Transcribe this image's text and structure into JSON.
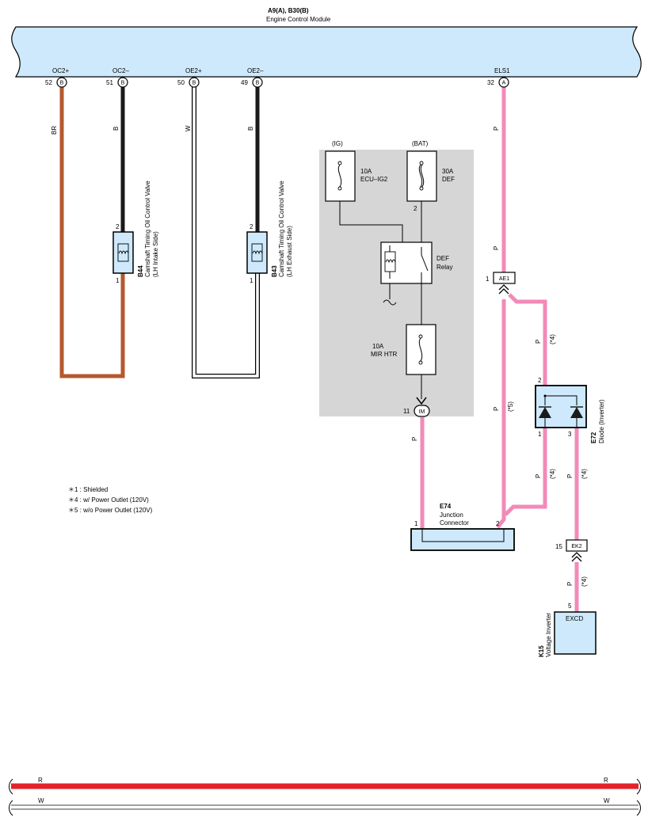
{
  "ecm": {
    "code": "A9(A), B30(B)",
    "name": "Engine Control Module"
  },
  "terminals": [
    {
      "pin": "52",
      "conn": "B",
      "name": "OC2+"
    },
    {
      "pin": "51",
      "conn": "B",
      "name": "OC2–"
    },
    {
      "pin": "50",
      "conn": "B",
      "name": "OE2+"
    },
    {
      "pin": "49",
      "conn": "B",
      "name": "OE2–"
    },
    {
      "pin": "32",
      "conn": "A",
      "name": "ELS1"
    }
  ],
  "wires": {
    "w52": "BR",
    "w51": "B",
    "w50": "W",
    "w49": "B",
    "els_upper": "P",
    "els_mid": "P",
    "ae1_branch": "P",
    "ae1_branch_note": "(*4)",
    "main_lower": "P",
    "main_lower_note": "(*5)",
    "im_down": "P",
    "diode1_down": "P",
    "diode1_note": "(*4)",
    "diode3_down": "P",
    "diode3_note": "(*4)",
    "ek2_down": "P",
    "ek2_note": "(*4)"
  },
  "valve_b44": {
    "code": "B44",
    "name1": "Camshaft Timing Oil Control Valve",
    "name2": "(LH Intake Side)",
    "pin_top": "2",
    "pin_bottom": "1"
  },
  "valve_b43": {
    "code": "B43",
    "name1": "Camshaft Timing Oil Control Valve",
    "name2": "(LH Exhaust Side)",
    "pin_top": "2",
    "pin_bottom": "1"
  },
  "fuse_box": {
    "ig_label": "(IG)",
    "bat_label": "(BAT)",
    "fuse1_amp": "10A",
    "fuse1_name": "ECU–IG2",
    "fuse2_amp": "30A",
    "fuse2_name": "DEF",
    "fuse2_pin": "2",
    "relay_name1": "DEF",
    "relay_name2": "Relay",
    "fuse3_amp": "10A",
    "fuse3_name": "MIR HTR"
  },
  "connectors": {
    "im": {
      "pin": "11",
      "code": "IM"
    },
    "ae1": {
      "pin": "1",
      "code": "AE1"
    },
    "ek2": {
      "pin": "15",
      "code": "EK2"
    }
  },
  "diode": {
    "code": "E72",
    "name": "Diode (Inverter)",
    "pin_top": "2",
    "pin_left": "1",
    "pin_right": "3"
  },
  "junction": {
    "code": "E74",
    "name1": "Junction",
    "name2": "Connector",
    "pin_left": "1",
    "pin_right": "2"
  },
  "inverter": {
    "code": "K15",
    "name": "Voltage Inverter",
    "pin": "5",
    "terminal": "EXCD"
  },
  "notes": [
    "＊1 : Shielded",
    "＊4 : w/ Power Outlet (120V)",
    "＊5 : w/o Power Outlet (120V)"
  ],
  "bus": {
    "r_left": "R",
    "r_right": "R",
    "w_left": "W",
    "w_right": "W"
  },
  "colors": {
    "ecm_fill": "#cde9fb",
    "brown": "#b5582e",
    "black": "#1a1a1a",
    "pink": "#f28ab8",
    "red": "#e3222a",
    "grey_box": "#d6d6d6"
  }
}
